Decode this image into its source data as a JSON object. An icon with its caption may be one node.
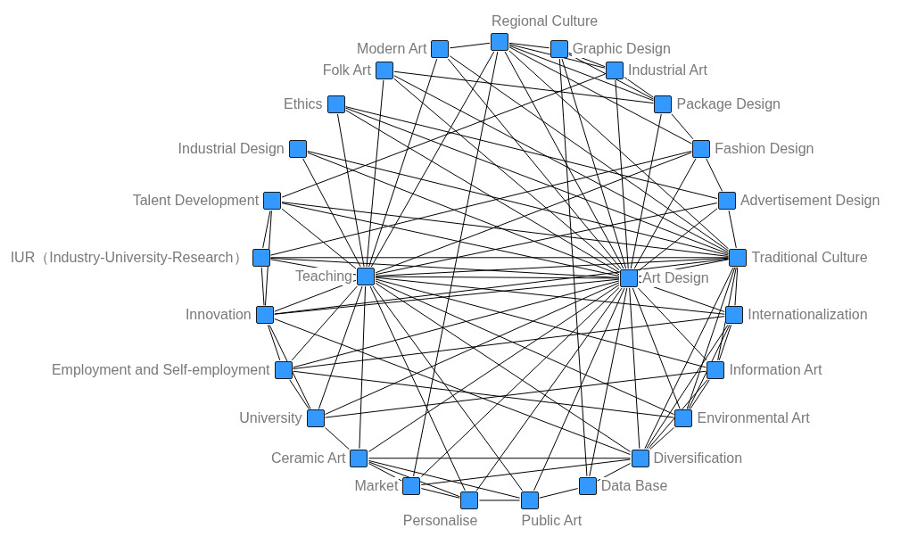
{
  "diagram": {
    "nodes": [
      {
        "text": [
          "Modern Art"
        ]
      },
      {
        "text": [
          "Regional Culture"
        ]
      },
      {
        "text": [
          "Folk Art"
        ]
      },
      {
        "text": [
          "Graphic Design"
        ]
      },
      {
        "text": [
          "Ethics"
        ]
      },
      {
        "text": [
          "Industrial Art"
        ]
      },
      {
        "text": [
          "Package Design"
        ]
      },
      {
        "text": [
          "Industrial Design"
        ]
      },
      {
        "text": [
          "Teaching"
        ]
      },
      {
        "text": [
          "Fashion Design"
        ]
      },
      {
        "text": [
          "Talent Development"
        ]
      },
      {
        "text": [
          "Advertisement Design"
        ]
      },
      {
        "text": [
          "IUR（Industry-University-Research）"
        ]
      },
      {
        "text": [
          "Traditional Culture"
        ]
      },
      {
        "text": [
          "Internationalization"
        ]
      },
      {
        "text": [
          "Innovation"
        ]
      },
      {
        "text": [
          "Art Design"
        ]
      },
      {
        "text": [
          "Information Art"
        ]
      },
      {
        "text": [
          "Employment and Self-employment"
        ]
      },
      {
        "text": [
          "Environmental Art"
        ]
      },
      {
        "text": [
          "University"
        ]
      },
      {
        "text": [
          "Diversification"
        ]
      },
      {
        "text": [
          "Ceramic Art"
        ]
      },
      {
        "text": [
          "Data Base"
        ]
      },
      {
        "text": [
          "Market"
        ]
      },
      {
        "text": [
          "Public Art"
        ]
      },
      {
        "text": [
          "Personalise"
        ]
      }
    ],
    "edges": [
      {
        "from": 8,
        "to": 0,
        "arrow": "none"
      },
      {
        "from": 8,
        "to": 1,
        "arrow": "none"
      },
      {
        "from": 8,
        "to": 2,
        "arrow": "none"
      },
      {
        "from": 8,
        "to": 4,
        "arrow": "none"
      },
      {
        "from": 8,
        "to": 7,
        "arrow": "none"
      },
      {
        "from": 8,
        "to": 10,
        "arrow": "none"
      },
      {
        "from": 8,
        "to": 12,
        "arrow": "none"
      },
      {
        "from": 8,
        "to": 15,
        "arrow": "none"
      },
      {
        "from": 8,
        "to": 18,
        "arrow": "none"
      },
      {
        "from": 8,
        "to": 20,
        "arrow": "none"
      },
      {
        "from": 8,
        "to": 22,
        "arrow": "none"
      },
      {
        "from": 8,
        "to": 13,
        "arrow": "none"
      },
      {
        "from": 8,
        "to": 14,
        "arrow": "none"
      },
      {
        "from": 8,
        "to": 17,
        "arrow": "none"
      },
      {
        "from": 8,
        "to": 19,
        "arrow": "none"
      },
      {
        "from": 8,
        "to": 21,
        "arrow": "none"
      },
      {
        "from": 8,
        "to": 25,
        "arrow": "none"
      },
      {
        "from": 8,
        "to": 16,
        "arrow": "none"
      },
      {
        "from": 8,
        "to": 9,
        "arrow": "none"
      },
      {
        "from": 8,
        "to": 11,
        "arrow": "none"
      },
      {
        "from": 16,
        "to": 1,
        "arrow": "none"
      },
      {
        "from": 16,
        "to": 3,
        "arrow": "none"
      },
      {
        "from": 16,
        "to": 5,
        "arrow": "none"
      },
      {
        "from": 16,
        "to": 6,
        "arrow": "none"
      },
      {
        "from": 16,
        "to": 9,
        "arrow": "none"
      },
      {
        "from": 16,
        "to": 11,
        "arrow": "none"
      },
      {
        "from": 16,
        "to": 13,
        "arrow": "none"
      },
      {
        "from": 16,
        "to": 14,
        "arrow": "none"
      },
      {
        "from": 16,
        "to": 17,
        "arrow": "none"
      },
      {
        "from": 16,
        "to": 19,
        "arrow": "none"
      },
      {
        "from": 16,
        "to": 21,
        "arrow": "none"
      },
      {
        "from": 16,
        "to": 23,
        "arrow": "none"
      },
      {
        "from": 16,
        "to": 25,
        "arrow": "none"
      },
      {
        "from": 16,
        "to": 26,
        "arrow": "none"
      },
      {
        "from": 16,
        "to": 24,
        "arrow": "none"
      },
      {
        "from": 16,
        "to": 22,
        "arrow": "none"
      },
      {
        "from": 16,
        "to": 20,
        "arrow": "none"
      },
      {
        "from": 16,
        "to": 18,
        "arrow": "none"
      },
      {
        "from": 16,
        "to": 15,
        "arrow": "none"
      },
      {
        "from": 16,
        "to": 12,
        "arrow": "none"
      },
      {
        "from": 16,
        "to": 10,
        "arrow": "none"
      },
      {
        "from": 16,
        "to": 7,
        "arrow": "none"
      },
      {
        "from": 16,
        "to": 2,
        "arrow": "none"
      },
      {
        "from": 16,
        "to": 4,
        "arrow": "none"
      },
      {
        "from": 16,
        "to": 0,
        "arrow": "none"
      },
      {
        "from": 0,
        "to": 1,
        "arrow": "none"
      },
      {
        "from": 1,
        "to": 3,
        "arrow": "none"
      },
      {
        "from": 1,
        "to": 5,
        "arrow": "none"
      },
      {
        "from": 1,
        "to": 6,
        "arrow": "none"
      },
      {
        "from": 1,
        "to": 9,
        "arrow": "none"
      },
      {
        "from": 1,
        "to": 13,
        "arrow": "none"
      },
      {
        "from": 3,
        "to": 5,
        "arrow": "none"
      },
      {
        "from": 3,
        "to": 6,
        "arrow": "none"
      },
      {
        "from": 5,
        "to": 6,
        "arrow": "none"
      },
      {
        "from": 6,
        "to": 9,
        "arrow": "none"
      },
      {
        "from": 9,
        "to": 11,
        "arrow": "none"
      },
      {
        "from": 11,
        "to": 13,
        "arrow": "none"
      },
      {
        "from": 13,
        "to": 14,
        "arrow": "none"
      },
      {
        "from": 14,
        "to": 17,
        "arrow": "none"
      },
      {
        "from": 17,
        "to": 19,
        "arrow": "none"
      },
      {
        "from": 19,
        "to": 21,
        "arrow": "none"
      },
      {
        "from": 21,
        "to": 23,
        "arrow": "none"
      },
      {
        "from": 23,
        "to": 25,
        "arrow": "none"
      },
      {
        "from": 10,
        "to": 12,
        "arrow": "none"
      },
      {
        "from": 12,
        "to": 15,
        "arrow": "none"
      },
      {
        "from": 15,
        "to": 18,
        "arrow": "none"
      },
      {
        "from": 18,
        "to": 20,
        "arrow": "none"
      },
      {
        "from": 20,
        "to": 22,
        "arrow": "none"
      },
      {
        "from": 22,
        "to": 24,
        "arrow": "none"
      },
      {
        "from": 24,
        "to": 26,
        "arrow": "none"
      },
      {
        "from": 26,
        "to": 25,
        "arrow": "none"
      },
      {
        "from": 15,
        "to": 20,
        "arrow": "none"
      },
      {
        "from": 10,
        "to": 15,
        "arrow": "none"
      },
      {
        "from": 13,
        "to": 17,
        "arrow": "none"
      },
      {
        "from": 13,
        "to": 19,
        "arrow": "none"
      },
      {
        "from": 13,
        "to": 21,
        "arrow": "none"
      },
      {
        "from": 14,
        "to": 19,
        "arrow": "none"
      },
      {
        "from": 14,
        "to": 21,
        "arrow": "none"
      },
      {
        "from": 17,
        "to": 21,
        "arrow": "none"
      },
      {
        "from": 22,
        "to": 26,
        "arrow": "none"
      },
      {
        "from": 22,
        "to": 25,
        "arrow": "none"
      },
      {
        "from": 2,
        "to": 6,
        "arrow": "none"
      },
      {
        "from": 2,
        "to": 13,
        "arrow": "none"
      },
      {
        "from": 4,
        "to": 13,
        "arrow": "none"
      },
      {
        "from": 4,
        "to": 11,
        "arrow": "none"
      },
      {
        "from": 7,
        "to": 13,
        "arrow": "none"
      },
      {
        "from": 10,
        "to": 13,
        "arrow": "none"
      },
      {
        "from": 12,
        "to": 13,
        "arrow": "none"
      },
      {
        "from": 15,
        "to": 13,
        "arrow": "none"
      },
      {
        "from": 18,
        "to": 14,
        "arrow": "none"
      },
      {
        "from": 18,
        "to": 19,
        "arrow": "none"
      },
      {
        "from": 20,
        "to": 17,
        "arrow": "none"
      },
      {
        "from": 22,
        "to": 21,
        "arrow": "none"
      },
      {
        "from": 24,
        "to": 21,
        "arrow": "none"
      },
      {
        "from": 15,
        "to": 21,
        "arrow": "none"
      },
      {
        "from": 12,
        "to": 9,
        "arrow": "none"
      },
      {
        "from": 10,
        "to": 5,
        "arrow": "none"
      },
      {
        "from": 0,
        "to": 13,
        "arrow": "none"
      },
      {
        "from": 26,
        "to": 8,
        "arrow": "none"
      },
      {
        "from": 3,
        "to": 23,
        "arrow": "none"
      },
      {
        "from": 1,
        "to": 24,
        "arrow": "none"
      }
    ]
  }
}
